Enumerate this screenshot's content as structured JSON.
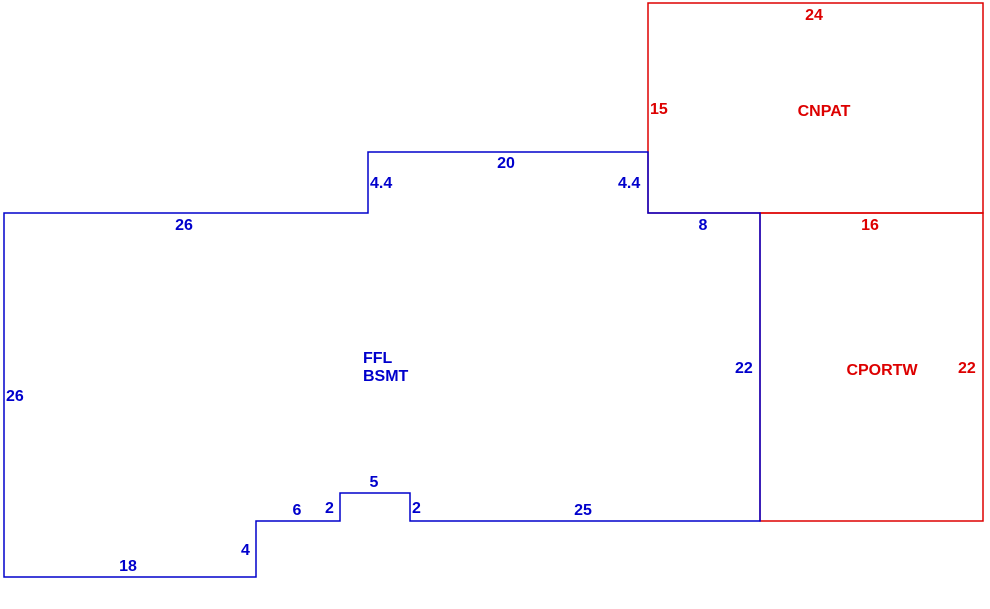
{
  "colors": {
    "main": "#0000cc",
    "addition": "#dd0000",
    "background": "#ffffff"
  },
  "areas": {
    "main": {
      "line1": "FFL",
      "line2": "BSMT"
    },
    "cnpat": "CNPAT",
    "cportw": "CPORTW"
  },
  "dimensions": {
    "main_top_left": "26",
    "main_left": "26",
    "main_bottom_left": "18",
    "main_step_riser": "4",
    "main_step_run": "6",
    "notch_left": "2",
    "notch_top": "5",
    "notch_right": "2",
    "main_bottom_right": "25",
    "main_right": "22",
    "main_top_right": "8",
    "bump_left": "4.4",
    "bump_top": "20",
    "bump_right": "4.4",
    "cnpat_top": "24",
    "cnpat_left": "15",
    "cportw_top": "16",
    "cportw_right": "22"
  }
}
